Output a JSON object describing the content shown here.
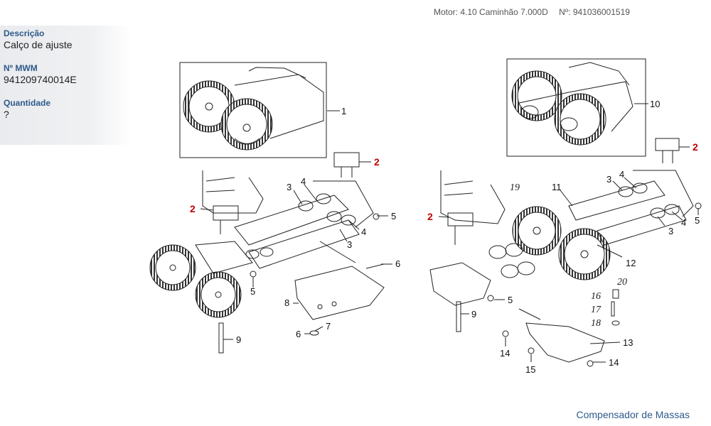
{
  "header": {
    "motor_label": "Motor: 4.10 Caminhão 7.000D",
    "number_label": "Nº: 941036001519"
  },
  "info": {
    "descricao_label": "Descrição",
    "descricao_value": "Calço de ajuste",
    "mwm_label": "Nº MWM",
    "mwm_value": "941209740014E",
    "quantidade_label": "Quantidade",
    "quantidade_value": "?"
  },
  "diagram": {
    "callouts": {
      "c1": "1",
      "c2a": "2",
      "c2b": "2",
      "c3a": "3",
      "c4a": "4",
      "c5a": "5",
      "c4b": "4",
      "c3b": "3",
      "c6": "6",
      "c5b": "5",
      "c8": "8",
      "c7": "7",
      "c6b": "6",
      "c9": "9",
      "c10": "10",
      "c2c": "2",
      "c11": "11",
      "c19": "19",
      "c3c": "3",
      "c4c": "4",
      "c2d": "2",
      "c5c": "5",
      "c4d": "4",
      "c3d": "3",
      "c12": "12",
      "c20": "20",
      "c16": "16",
      "c17": "17",
      "c18": "18",
      "c5d": "5",
      "c9b": "9",
      "c13": "13",
      "c14a": "14",
      "c15": "15",
      "c14b": "14"
    }
  },
  "footer": {
    "link_label": "Compensador de Massas"
  },
  "colors": {
    "label_blue": "#2e5a8a",
    "callout_red": "#c00000"
  }
}
